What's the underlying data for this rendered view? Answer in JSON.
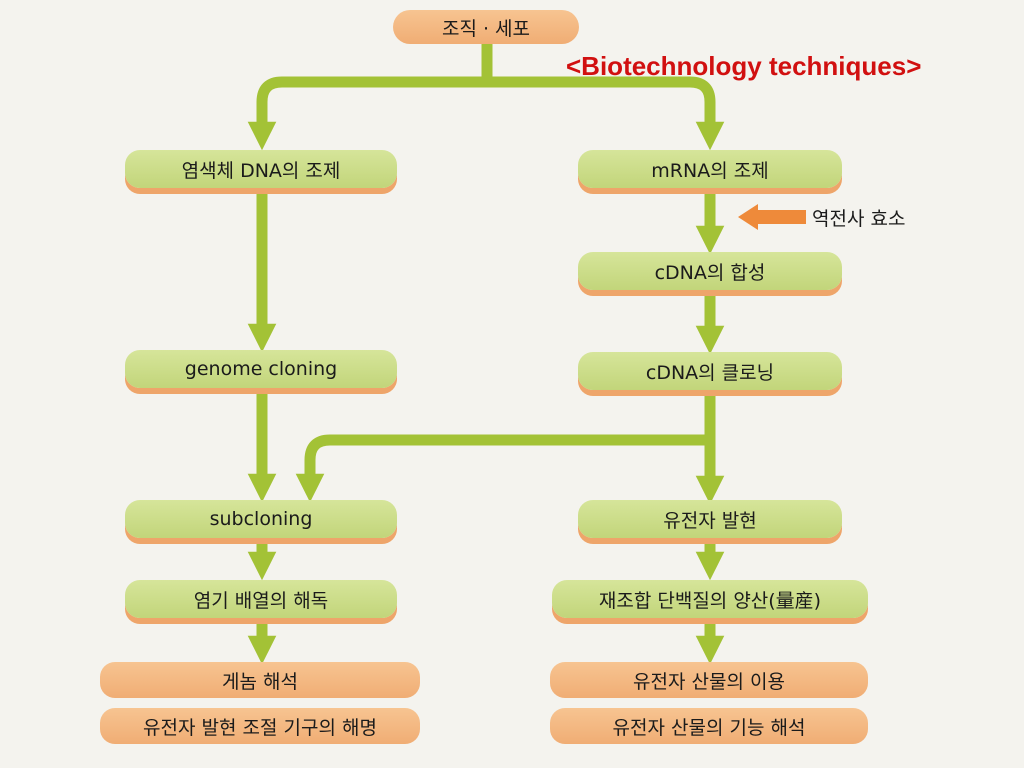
{
  "title": "<Biotechnology techniques>",
  "nodes": {
    "start": "조직 · 세포",
    "chromosome_dna": "염색체 DNA의 조제",
    "mrna": "mRNA의 조제",
    "cdna_synthesis": "cDNA의 합성",
    "genome_cloning": "genome cloning",
    "cdna_cloning": "cDNA의 클로닝",
    "subcloning": "subcloning",
    "gene_expression": "유전자 발현",
    "sequencing": "염기 배열의 해독",
    "mass_production": "재조합 단백질의 양산(量産)",
    "genome_analysis": "게놈 해석",
    "expression_regulation": "유전자 발현 조절 기구의 해명",
    "product_use": "유전자 산물의 이용",
    "product_function": "유전자 산물의 기능 해석"
  },
  "enzyme_label": "역전사 효소",
  "colors": {
    "arrow": "#a3c236",
    "enzyme_arrow": "#ee8a3a",
    "green_box": "#c9db86",
    "orange_box": "#f3b57c",
    "title": "#d11010"
  }
}
